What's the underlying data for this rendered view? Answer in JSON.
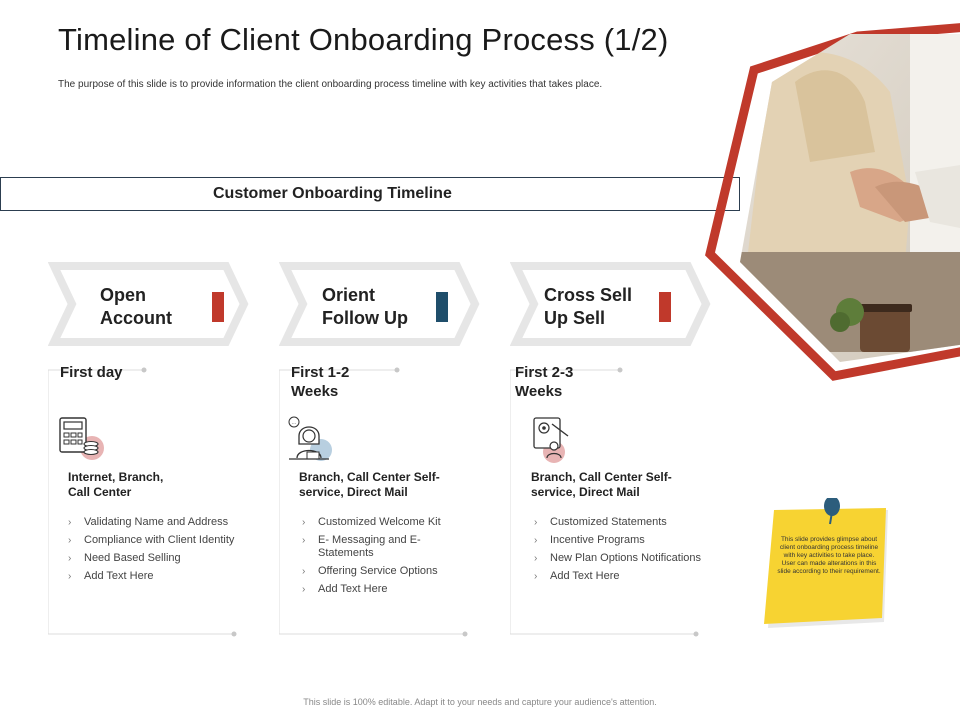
{
  "header": {
    "title": "Timeline of Client Onboarding Process (1/2)",
    "subtitle": "The purpose of this slide is to provide information the client onboarding process timeline with key activities that takes place."
  },
  "banner": {
    "label": "Customer Onboarding Timeline"
  },
  "stages": [
    {
      "title_line1": "Open",
      "title_line2": "Account",
      "accent": "#c0392b",
      "period_line1": "First day",
      "period_line2": "",
      "icon": "calculator-coins-icon",
      "channel_line1": "Internet, Branch,",
      "channel_line2": "Call Center",
      "activities": [
        "Validating Name and Address",
        "Compliance with Client Identity",
        "Need Based Selling",
        "Add Text Here"
      ]
    },
    {
      "title_line1": "Orient",
      "title_line2": "Follow Up",
      "accent": "#1f4e6b",
      "period_line1": "First 1-2",
      "period_line2": "Weeks",
      "icon": "support-agent-icon",
      "channel_line1": "Branch, Call Center Self-",
      "channel_line2": "service, Direct Mail",
      "activities": [
        "Customized Welcome Kit",
        "E- Messaging and E-",
        "Statements",
        "Offering Service Options",
        "Add Text Here"
      ]
    },
    {
      "title_line1": "Cross Sell",
      "title_line2": "Up Sell",
      "accent": "#c0392b",
      "period_line1": "First 2-3",
      "period_line2": "Weeks",
      "icon": "settings-person-icon",
      "channel_line1": "Branch, Call Center Self-",
      "channel_line2": "service, Direct Mail",
      "activities": [
        "Customized Statements",
        "Incentive Programs",
        "New Plan Options Notifications",
        "Add Text Here"
      ]
    }
  ],
  "note": {
    "text": "This slide provides glimpse about client onboarding process timeline with key activities to take place. User can made alterations in this slide according to their requirement.",
    "color": "#f7d332"
  },
  "footer": {
    "text": "This slide is 100% editable. Adapt it to your needs and capture your audience's attention."
  },
  "colors": {
    "red_accent": "#c0392b",
    "navy_accent": "#1f4e6b",
    "banner_border": "#2c3e50"
  }
}
